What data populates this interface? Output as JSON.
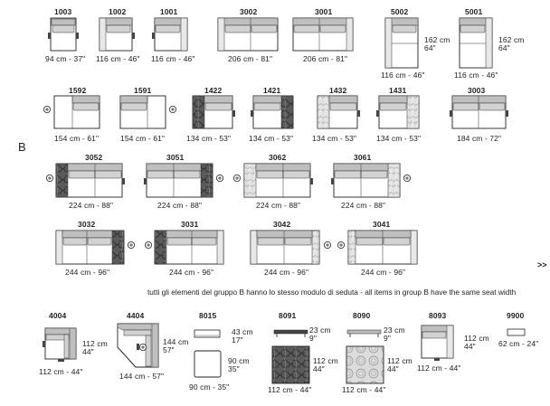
{
  "section_label": "B",
  "more_arrow": ">>",
  "note": "tutti gli elementi del gruppo B hanno lo stesso modulo di  seduta  -  all items in group B have the same seat width",
  "items": [
    {
      "code": "1003",
      "width": "94 cm - 37\""
    },
    {
      "code": "1002",
      "width": "116 cm - 46\""
    },
    {
      "code": "1001",
      "width": "116 cm - 46\""
    },
    {
      "code": "3002",
      "width": "206 cm - 81\""
    },
    {
      "code": "3001",
      "width": "206 cm - 81\""
    },
    {
      "code": "5002",
      "width": "116 cm - 46\"",
      "depth": "162 cm",
      "depth_in": "64\""
    },
    {
      "code": "5001",
      "width": "116 cm - 46\"",
      "depth": "162 cm",
      "depth_in": "64\""
    },
    {
      "code": "1592",
      "width": "154 cm - 61\""
    },
    {
      "code": "1591",
      "width": "154 cm - 61\""
    },
    {
      "code": "1422",
      "width": "134 cm - 53\""
    },
    {
      "code": "1421",
      "width": "134 cm - 53\""
    },
    {
      "code": "1432",
      "width": "134 cm - 53\""
    },
    {
      "code": "1431",
      "width": "134 cm - 53\""
    },
    {
      "code": "3003",
      "width": "184 cm - 72\""
    },
    {
      "code": "3052",
      "width": "224 cm - 88\""
    },
    {
      "code": "3051",
      "width": "224 cm - 88\""
    },
    {
      "code": "3062",
      "width": "224 cm - 88\""
    },
    {
      "code": "3061",
      "width": "224 cm - 88\""
    },
    {
      "code": "3032",
      "width": "244 cm - 96\""
    },
    {
      "code": "3031",
      "width": "244 cm - 96\""
    },
    {
      "code": "3042",
      "width": "244 cm - 96\""
    },
    {
      "code": "3041",
      "width": "244 cm - 96\""
    },
    {
      "code": "4004",
      "width": "112 cm - 44\"",
      "depth": "112 cm",
      "depth_in": "44\""
    },
    {
      "code": "4404",
      "width": "144 cm - 57\"",
      "depth": "144 cm",
      "depth_in": "57\""
    },
    {
      "code": "8015",
      "top_dim": "43 cm",
      "top_dim_in": "17\"",
      "depth": "90 cm",
      "depth_in": "35\"",
      "width": "90 cm - 35\""
    },
    {
      "code": "8091",
      "top_dim": "23 cm",
      "top_dim_in": "9\"",
      "depth": "112 cm",
      "depth_in": "44\"",
      "width": "112 cm - 44\""
    },
    {
      "code": "8090",
      "top_dim": "23 cm",
      "top_dim_in": "9\"",
      "depth": "112 cm",
      "depth_in": "44\"",
      "width": "112 cm - 44\""
    },
    {
      "code": "8093",
      "depth": "112 cm",
      "depth_in": "44\"",
      "width": "112 cm - 44\""
    },
    {
      "code": "9900",
      "width": "62 cm - 24\""
    }
  ]
}
